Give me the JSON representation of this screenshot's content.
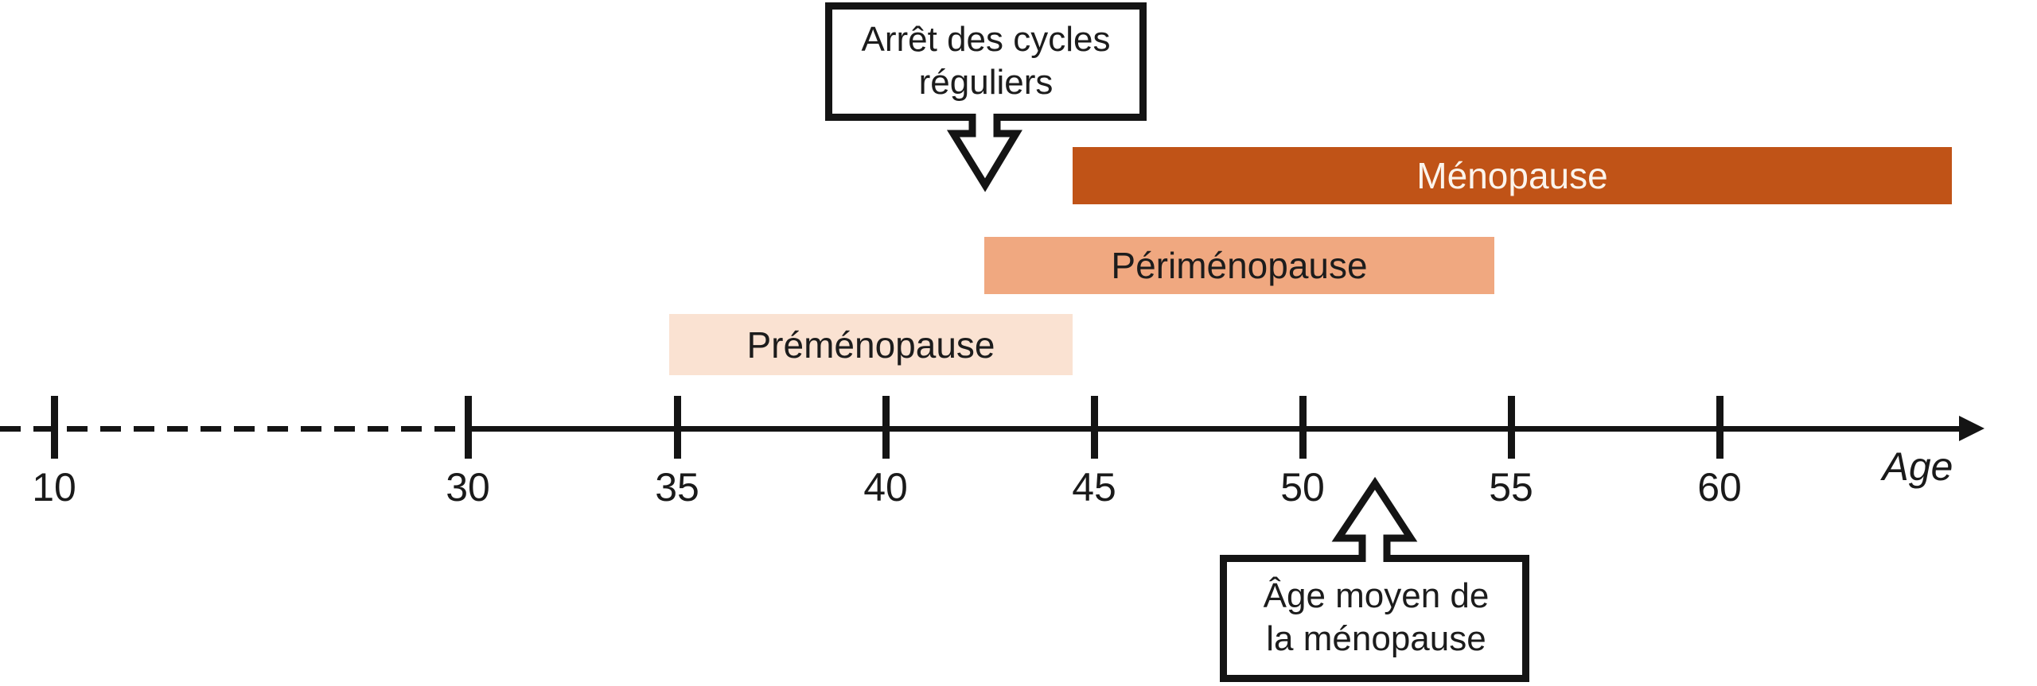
{
  "canvas": {
    "background": "#ffffff",
    "line_color": "#141414"
  },
  "callouts": {
    "top": {
      "lines": [
        "Arrêt des cycles",
        "réguliers"
      ],
      "arrow_direction": "down",
      "points_to_age": 42.5
    },
    "bottom": {
      "lines": [
        "Âge moyen de",
        "la ménopause"
      ],
      "arrow_direction": "up",
      "points_to_age": 52
    }
  },
  "bars": [
    {
      "label": "Ménopause",
      "color": "#c05317",
      "text_color": "#fbf4ec",
      "age_start": 44.5,
      "age_end": 65.5
    },
    {
      "label": "Périménopause",
      "color": "#f0a880",
      "text_color": "#1c1c1c",
      "age_start": 42.5,
      "age_end": 54.5
    },
    {
      "label": "Préménopause",
      "color": "#fae2d2",
      "text_color": "#1c1c1c",
      "age_start": 35,
      "age_end": 44.5
    }
  ],
  "axis": {
    "label": "Age",
    "ticks": [
      "10",
      "30",
      "35",
      "40",
      "45",
      "50",
      "55",
      "60"
    ],
    "dashed_segment": "before 30 (compressed scale from 10 to 30)"
  }
}
